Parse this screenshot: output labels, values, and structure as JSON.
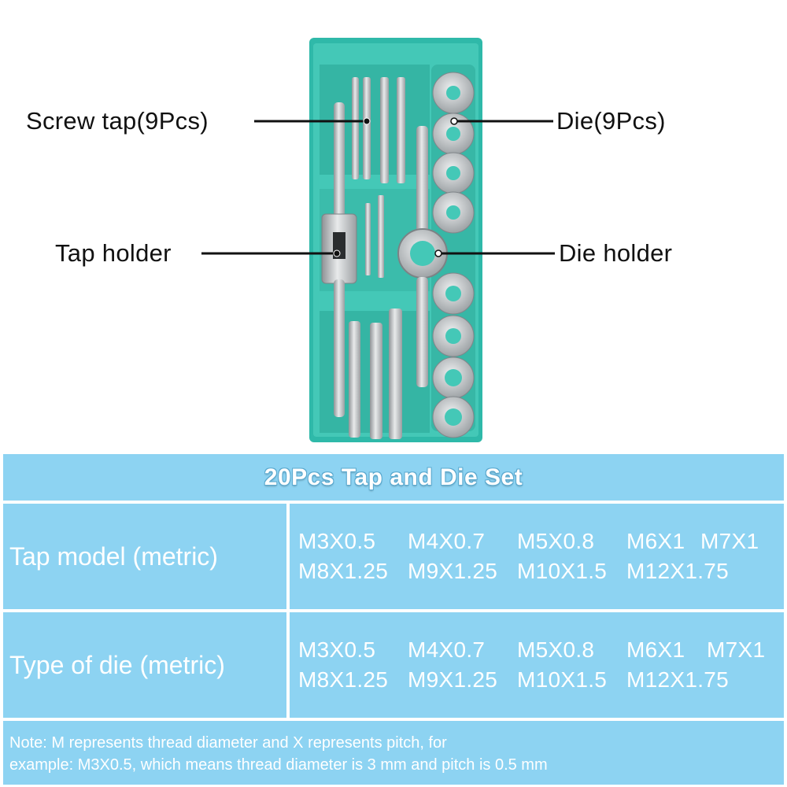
{
  "callouts": {
    "screw_tap": "Screw tap(9Pcs)",
    "die": "Die(9Pcs)",
    "tap_holder": "Tap holder",
    "die_holder": "Die holder"
  },
  "table": {
    "title": "20Pcs Tap and Die Set",
    "rows": [
      {
        "label": "Tap model (metric)",
        "line1": [
          "M3X0.5",
          "M4X0.7",
          "M5X0.8",
          "M6X1",
          "M7X1"
        ],
        "line2": [
          "M8X1.25",
          "M9X1.25",
          "M10X1.5",
          "M12X1.75"
        ]
      },
      {
        "label": "Type of die (metric)",
        "line1": [
          "M3X0.5",
          "M4X0.7",
          "M5X0.8",
          "M6X1",
          "M7X1"
        ],
        "line2": [
          "M8X1.25",
          "M9X1.25",
          "M10X1.5",
          "M12X1.75"
        ]
      }
    ],
    "note_line1": "Note: M represents thread diameter and X represents pitch, for",
    "note_line2": "example: M3X0.5, which means thread diameter is 3 mm and pitch is 0.5 mm"
  },
  "colors": {
    "case": "#2fb9a9",
    "table_cell": "#8dd3f2",
    "tool_metal": "#c9ccce"
  }
}
